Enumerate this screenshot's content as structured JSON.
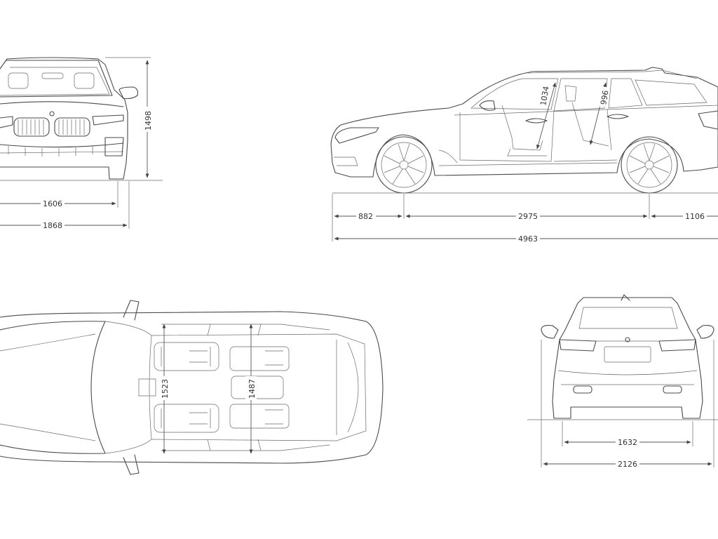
{
  "dimensions": {
    "front_height": "1498",
    "front_track": "1606",
    "front_width": "1868",
    "side_front_overhang": "882",
    "side_wheelbase": "2975",
    "side_rear_overhang": "1106",
    "side_length": "4963",
    "side_headroom_front": "1034",
    "side_headroom_rear": "996",
    "top_interior_width_front": "1523",
    "top_interior_width_rear": "1487",
    "rear_track": "1632",
    "rear_width_mirrors": "2126"
  },
  "colors": {
    "line": "#4a4a4a",
    "background": "#ffffff"
  }
}
